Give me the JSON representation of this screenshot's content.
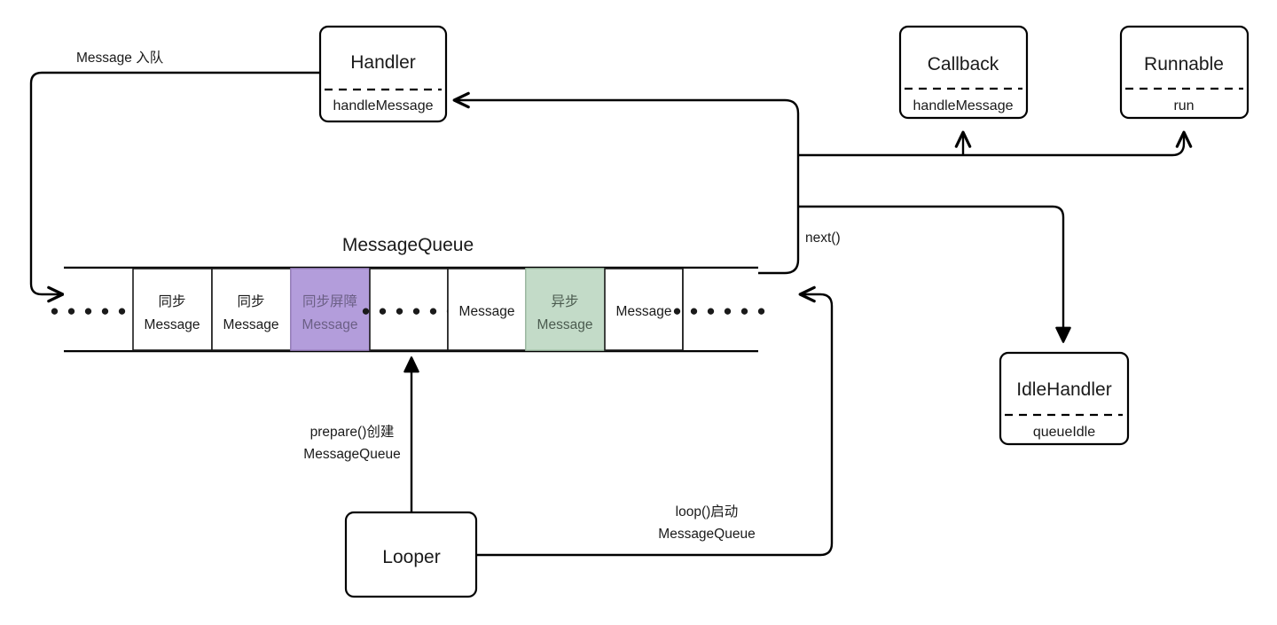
{
  "diagram": {
    "title": "Android Handler / Looper / MessageQueue flow",
    "colors": {
      "sync_barrier_fill": "#b39ddb",
      "async_message_fill": "#c3dbc8",
      "stroke": "#000000",
      "background": "#ffffff"
    },
    "boxes": {
      "handler": {
        "title": "Handler",
        "method": "handleMessage"
      },
      "callback": {
        "title": "Callback",
        "method": "handleMessage"
      },
      "runnable": {
        "title": "Runnable",
        "method": "run"
      },
      "idle_handler": {
        "title": "IdleHandler",
        "method": "queueIdle"
      },
      "looper": {
        "title": "Looper"
      }
    },
    "queue": {
      "title": "MessageQueue",
      "cells": [
        {
          "id": "ellipsis-left",
          "line1": "",
          "line2": "",
          "dots": "● ● ● ● ● ●",
          "style": "dots"
        },
        {
          "id": "sync-1",
          "line1": "同步",
          "line2": "Message",
          "style": "plain"
        },
        {
          "id": "sync-2",
          "line1": "同步",
          "line2": "Message",
          "style": "plain"
        },
        {
          "id": "sync-barrier",
          "line1": "同步屏障",
          "line2": "Message",
          "style": "purple"
        },
        {
          "id": "ellipsis-mid",
          "line1": "",
          "line2": "",
          "dots": "● ● ● ● ● ●",
          "style": "dots"
        },
        {
          "id": "message-1",
          "line1": "",
          "line2": "Message",
          "style": "plain"
        },
        {
          "id": "async",
          "line1": "异步",
          "line2": "Message",
          "style": "green"
        },
        {
          "id": "message-2",
          "line1": "",
          "line2": "Message",
          "style": "plain"
        },
        {
          "id": "ellipsis-right",
          "line1": "",
          "line2": "",
          "dots": "● ● ● ● ● ●",
          "style": "dots"
        }
      ]
    },
    "edges": {
      "enqueue": "Message 入队",
      "next": "next()",
      "prepare_line1": "prepare()创建",
      "prepare_line2": "MessageQueue",
      "loop_line1": "loop()启动",
      "loop_line2": "MessageQueue"
    }
  }
}
